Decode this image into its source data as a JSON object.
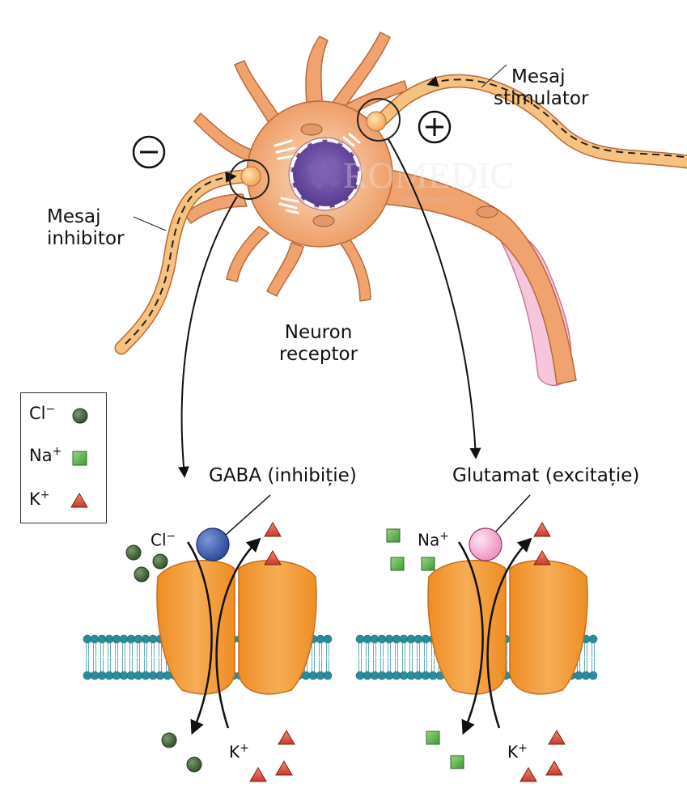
{
  "watermark": {
    "main": "ROMEDIC",
    "url": "www.romedic.ro"
  },
  "labels": {
    "stimulator_line1": "Mesaj",
    "stimulator_line2": "stimulator",
    "inhibitor_line1": "Mesaj",
    "inhibitor_line2": "inhibitor",
    "neuron_line1": "Neuron",
    "neuron_line2": "receptor",
    "gaba": "GABA (inhibiție)",
    "glutamat": "Glutamat (excitație)"
  },
  "signs": {
    "minus": "−",
    "plus": "+"
  },
  "legend": {
    "items": [
      {
        "ion": "Cl",
        "charge": "−",
        "shape": "circle",
        "color": "#4a6b42"
      },
      {
        "ion": "Na",
        "charge": "+",
        "shape": "square",
        "color": "#5fb24a"
      },
      {
        "ion": "K",
        "charge": "+",
        "shape": "triangle",
        "color": "#d9503f"
      }
    ]
  },
  "channels": {
    "left": {
      "in_ion": "Cl",
      "in_charge": "−",
      "out_ion": "K",
      "out_charge": "+",
      "ligand_color": "#3f5fae"
    },
    "right": {
      "in_ion": "Na",
      "in_charge": "+",
      "out_ion": "K",
      "out_charge": "+",
      "ligand_color": "#f4a6cf"
    }
  },
  "colors": {
    "neuron": "#f0a36e",
    "axon": "#f7c27f",
    "nucleus": "#5d3f92",
    "myelin": "#f6c6dc",
    "channel": "#f0962f",
    "membrane": "#2a8c9a"
  }
}
